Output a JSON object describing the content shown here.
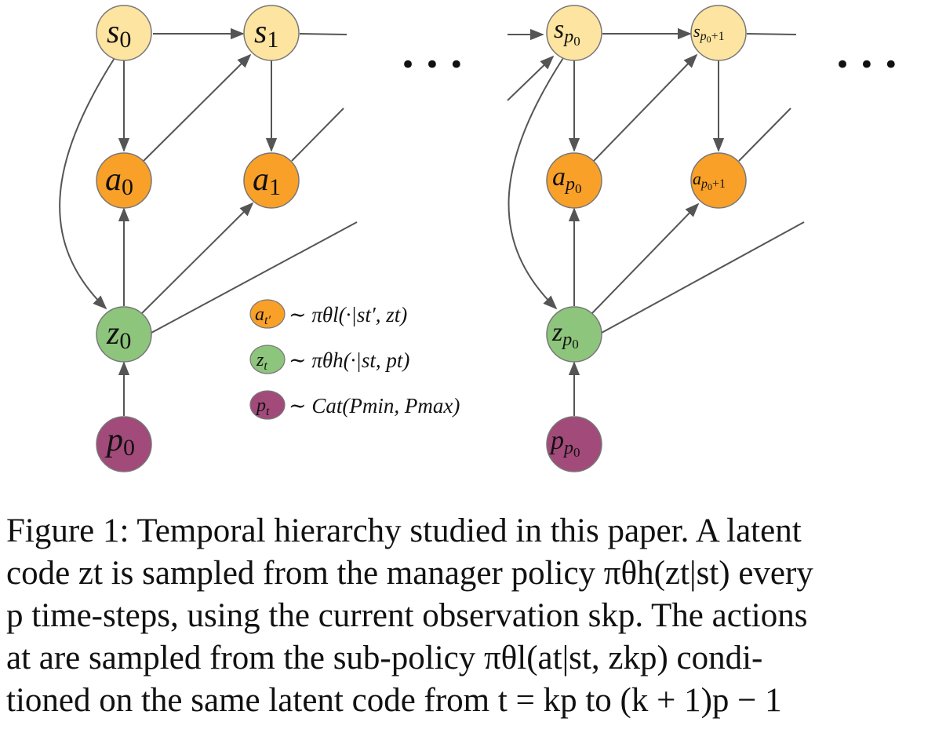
{
  "figure": {
    "ellipsis": "• • •",
    "colors": {
      "state": "#fde4a0",
      "action": "#f9a029",
      "latent": "#8dc57c",
      "period": "#a24a7a",
      "edge": "#555555",
      "node_stroke": "#777777"
    },
    "left_group": {
      "s0": {
        "base": "s",
        "sub": "0"
      },
      "s1": {
        "base": "s",
        "sub": "1"
      },
      "a0": {
        "base": "a",
        "sub": "0"
      },
      "a1": {
        "base": "a",
        "sub": "1"
      },
      "z0": {
        "base": "z",
        "sub": "0"
      },
      "p0": {
        "base": "p",
        "sub": "0"
      }
    },
    "right_group": {
      "s_p0": {
        "base": "s",
        "sub": "p",
        "subsub": "0"
      },
      "s_p0p1": {
        "base": "s",
        "sub": "p",
        "subsub": "0",
        "tail": "+1"
      },
      "a_p0": {
        "base": "a",
        "sub": "p",
        "subsub": "0"
      },
      "a_p0p1": {
        "base": "a",
        "sub": "p",
        "subsub": "0",
        "tail": "+1"
      },
      "z_p0": {
        "base": "z",
        "sub": "p",
        "subsub": "0"
      },
      "p_p0": {
        "base": "p",
        "sub": "p",
        "subsub": "0"
      }
    },
    "legend": [
      {
        "key": "action",
        "sym": "a",
        "sym_sub": "t′",
        "rest": "∼ πθl(·|st′, zt)"
      },
      {
        "key": "latent",
        "sym": "z",
        "sym_sub": "t",
        "rest": "∼ πθh(·|st, pt)"
      },
      {
        "key": "period",
        "sym": "p",
        "sym_sub": "t",
        "rest": "∼ Cat(Pmin, Pmax)"
      }
    ]
  },
  "caption": {
    "lines": [
      "Figure 1: Temporal hierarchy studied in this paper. A latent",
      "code zt is sampled from the manager policy πθh(zt|st) every",
      "p time-steps, using the current observation skp. The actions",
      "at are sampled from the sub-policy πθl(at|st, zkp) condi-",
      "tioned on the same latent code from t = kp to (k + 1)p − 1"
    ]
  }
}
